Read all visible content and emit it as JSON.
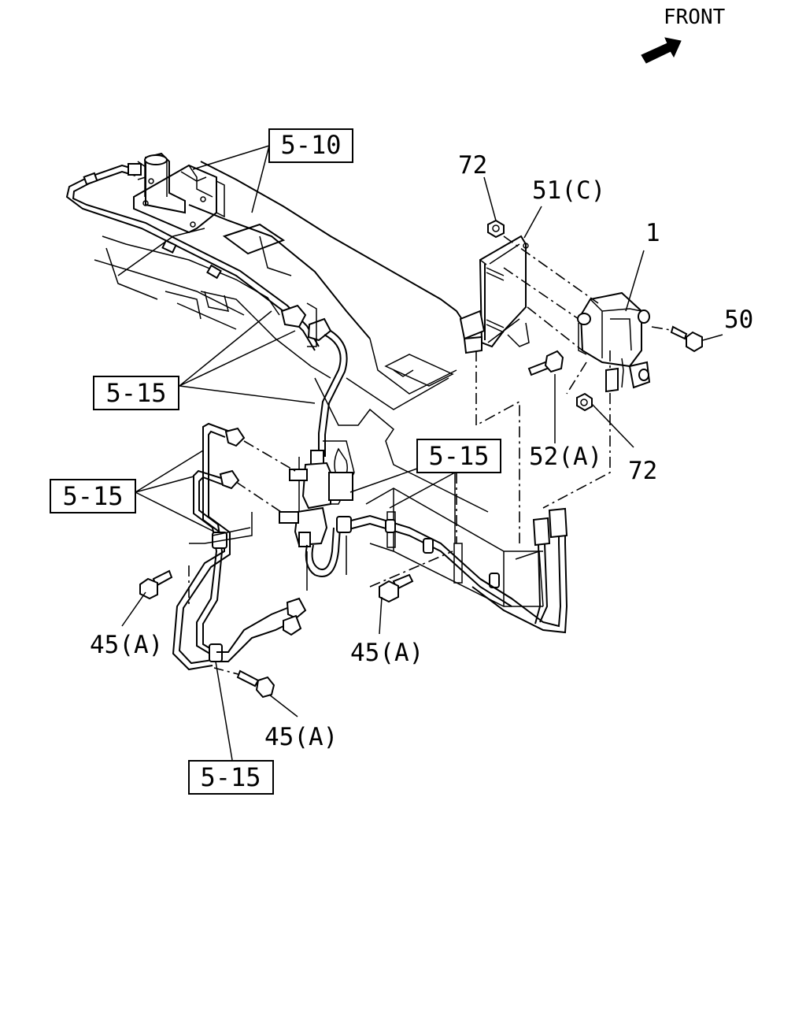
{
  "front_label": "FRONT",
  "refs": {
    "r510": "5-10",
    "r515_a": "5-15",
    "r515_b": "5-15",
    "r515_c": "5-15",
    "r515_d": "5-15"
  },
  "parts": {
    "p72_top": "72",
    "p51c": "51(C)",
    "p1": "1",
    "p50": "50",
    "p52a": "52(A)",
    "p72_bot": "72",
    "p45a_left": "45(A)",
    "p45a_mid": "45(A)",
    "p45a_low": "45(A)"
  }
}
